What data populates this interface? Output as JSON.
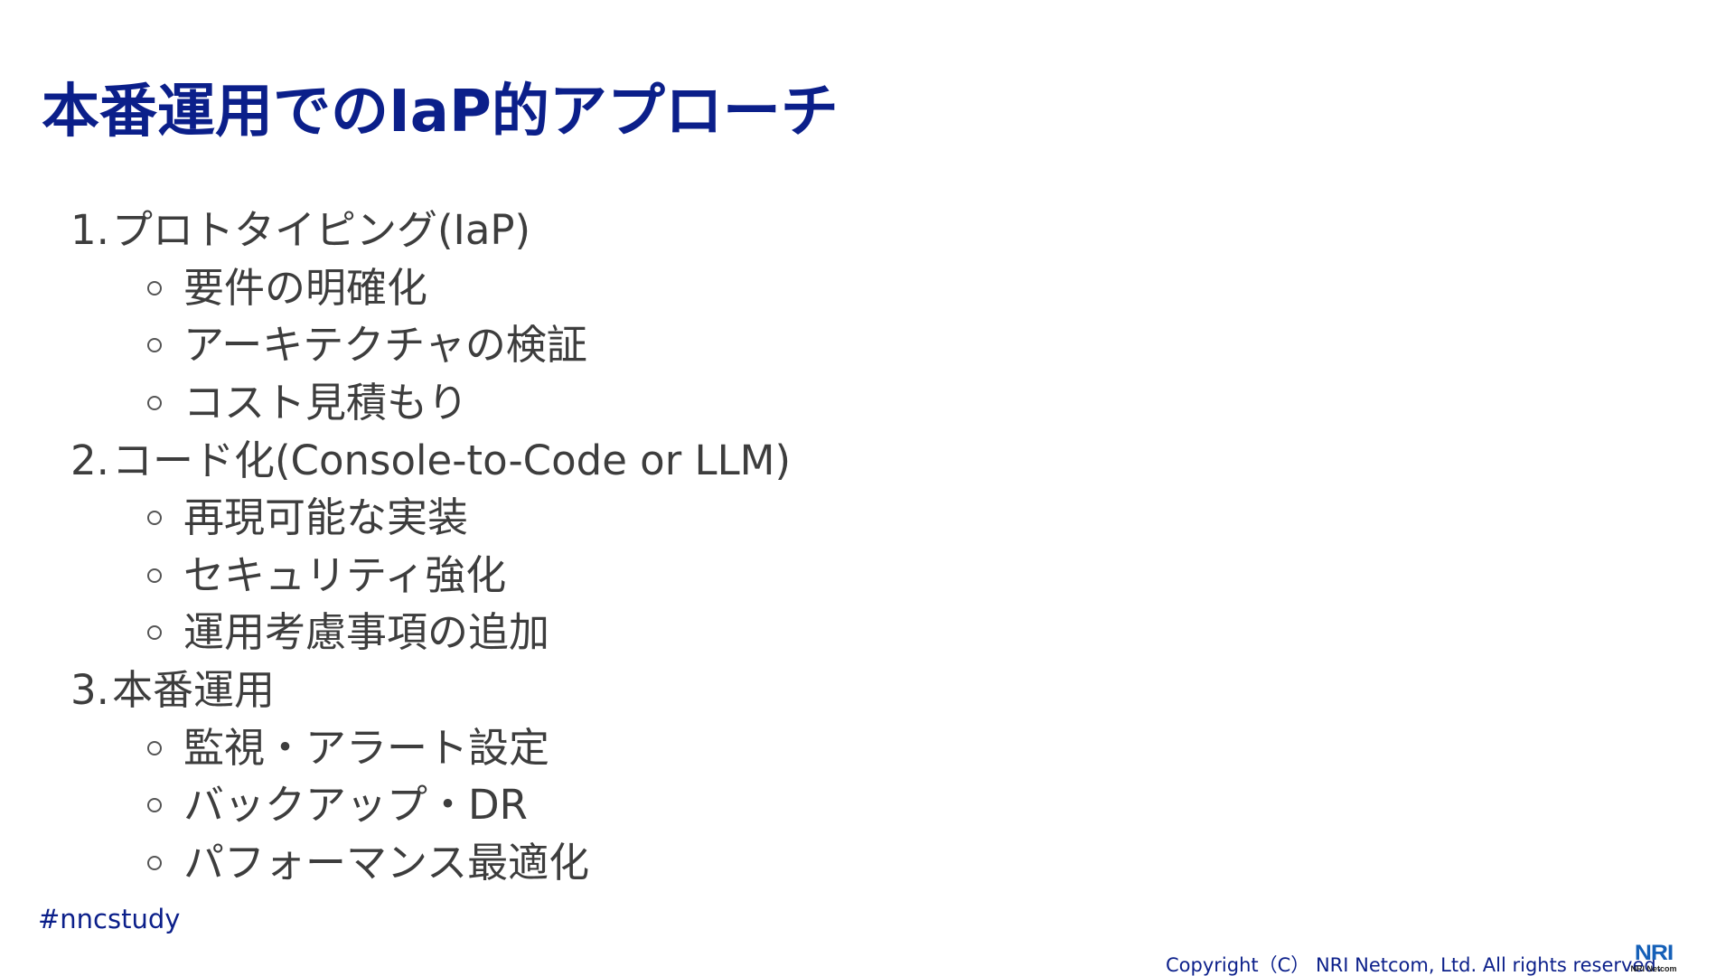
{
  "slide": {
    "title": "本番運用でのIaP的アプローチ",
    "sections": [
      {
        "number": "1.",
        "label": "プロトタイピング(IaP)",
        "items": [
          "要件の明確化",
          "アーキテクチャの検証",
          "コスト見積もり"
        ]
      },
      {
        "number": "2.",
        "label": "コード化(Console-to-Code or LLM)",
        "items": [
          "再現可能な実装",
          "セキュリティ強化",
          "運用考慮事項の追加"
        ]
      },
      {
        "number": "3.",
        "label": "本番運用",
        "items": [
          "監視・アラート設定",
          "バックアップ・DR",
          "パフォーマンス最適化"
        ]
      }
    ]
  },
  "footer": {
    "hashtag": "#nncstudy",
    "copyright": "Copyright（C） NRI Netcom, Ltd. All rights reserved.",
    "logo_mark": "NRI",
    "logo_text": "NRI Netcom"
  },
  "colors": {
    "title": "#0b1f8a",
    "body_text": "#3d3d3d",
    "footer_text": "#0b1f8a",
    "logo": "#1560b8"
  }
}
